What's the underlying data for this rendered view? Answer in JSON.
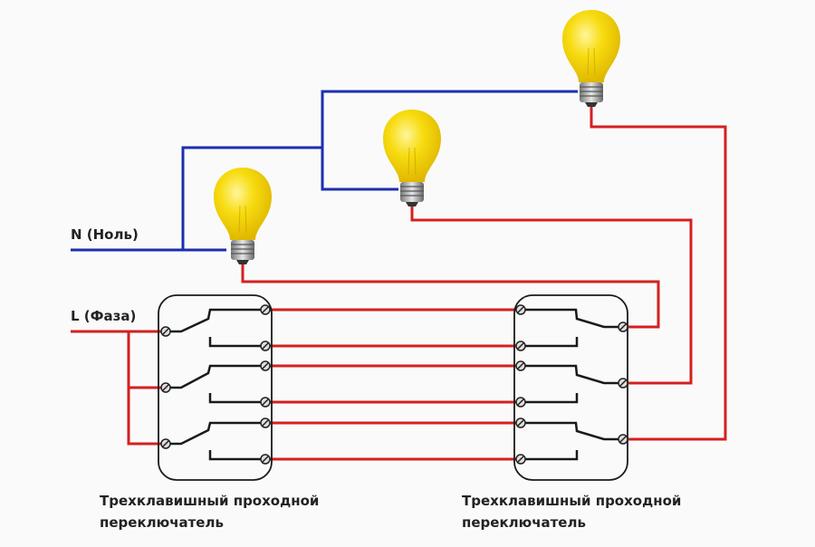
{
  "title": "Three-way triple-gang switch wiring for three lamps",
  "labels": {
    "neutral": "N (Ноль)",
    "phase": "L (Фаза)"
  },
  "switches": [
    {
      "caption_line1": "Трехклавишный проходной",
      "caption_line2": "переключатель"
    },
    {
      "caption_line1": "Трехклавишный проходной",
      "caption_line2": "переключатель"
    }
  ],
  "lamps": [
    {
      "name": "lamp-1"
    },
    {
      "name": "lamp-2"
    },
    {
      "name": "lamp-3"
    }
  ],
  "colors": {
    "neutral_wire": "#1a2fb0",
    "phase_wire": "#d42020",
    "switch_line": "#1a1a1a",
    "bulb": "#f5d000"
  }
}
